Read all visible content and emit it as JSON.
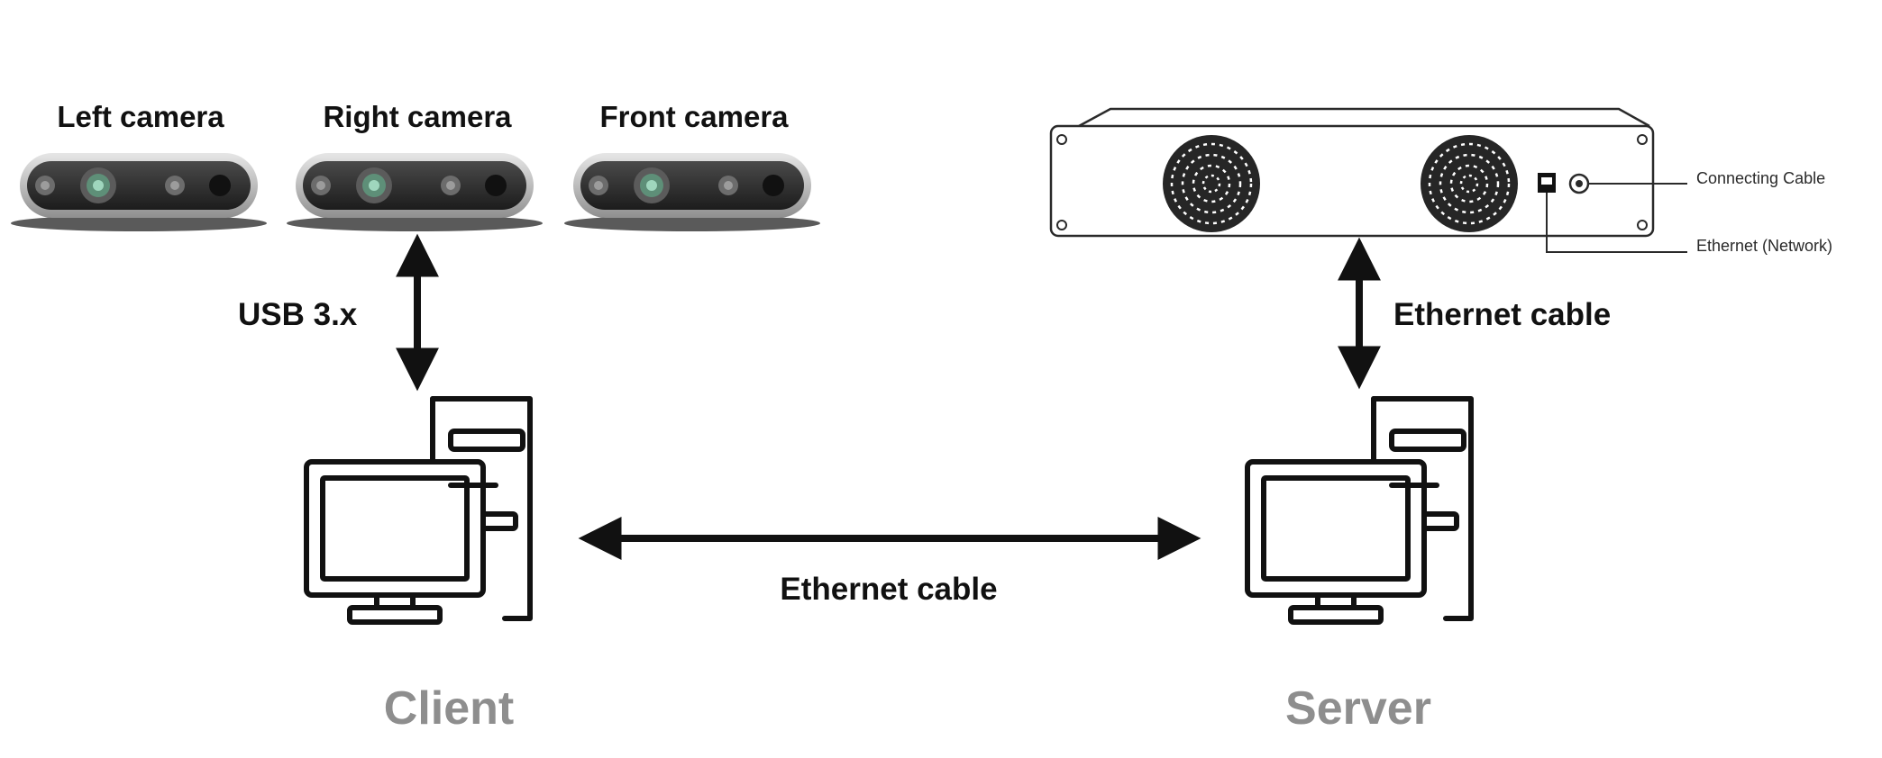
{
  "cameras": [
    {
      "label": "Left camera"
    },
    {
      "label": "Right camera"
    },
    {
      "label": "Front camera"
    }
  ],
  "connections": {
    "usb": "USB 3.x",
    "ethernet_server_unit": "Ethernet cable",
    "ethernet_client_server": "Ethernet cable"
  },
  "server_unit": {
    "connecting_cable_label": "Connecting Cable",
    "ethernet_port_label": "Ethernet (Network)"
  },
  "nodes": {
    "client": "Client",
    "server": "Server"
  },
  "colors": {
    "ink": "#111111",
    "role_text": "#8e8e8e",
    "camera_body": "#c9c9c9",
    "camera_face": "#2e2e2e"
  },
  "icons": [
    "camera-icon",
    "server-rack-unit-icon",
    "fan-icon",
    "desktop-computer-icon",
    "double-arrow-icon"
  ]
}
